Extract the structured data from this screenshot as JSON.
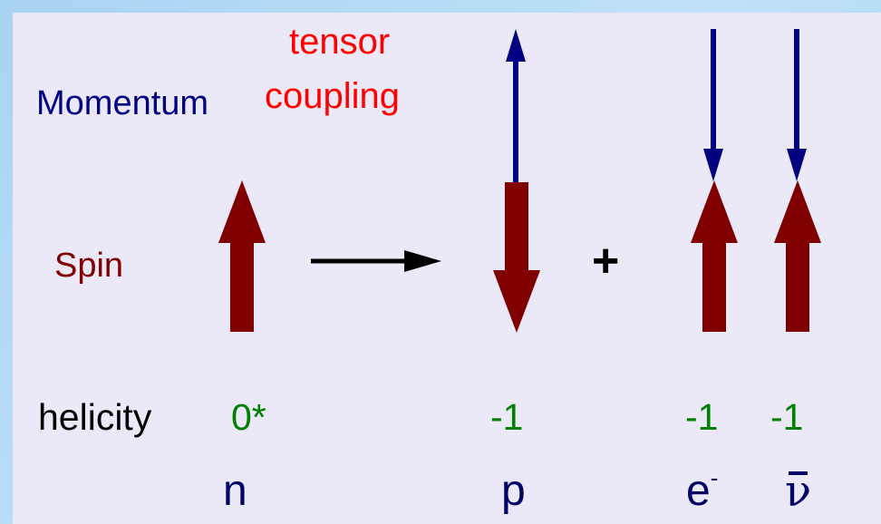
{
  "labels": {
    "momentum": "Momentum",
    "tensor_line1": "tensor",
    "tensor_line2": "coupling",
    "spin": "Spin",
    "helicity": "helicity",
    "plus": "+"
  },
  "helicity_values": {
    "n": "0*",
    "p": "-1",
    "e": "-1",
    "nu": "-1"
  },
  "particles": {
    "n": "n",
    "p": "p",
    "e": "e",
    "e_superscript": "-",
    "nu": "ν"
  },
  "colors": {
    "momentum": "#000080",
    "tensor": "#ff0000",
    "spin": "#800000",
    "helicity_values": "#008000",
    "particles": "#000066",
    "text": "#000000",
    "spin_arrow": "#800000",
    "momentum_arrow": "#000080",
    "reaction_arrow": "#000000"
  }
}
